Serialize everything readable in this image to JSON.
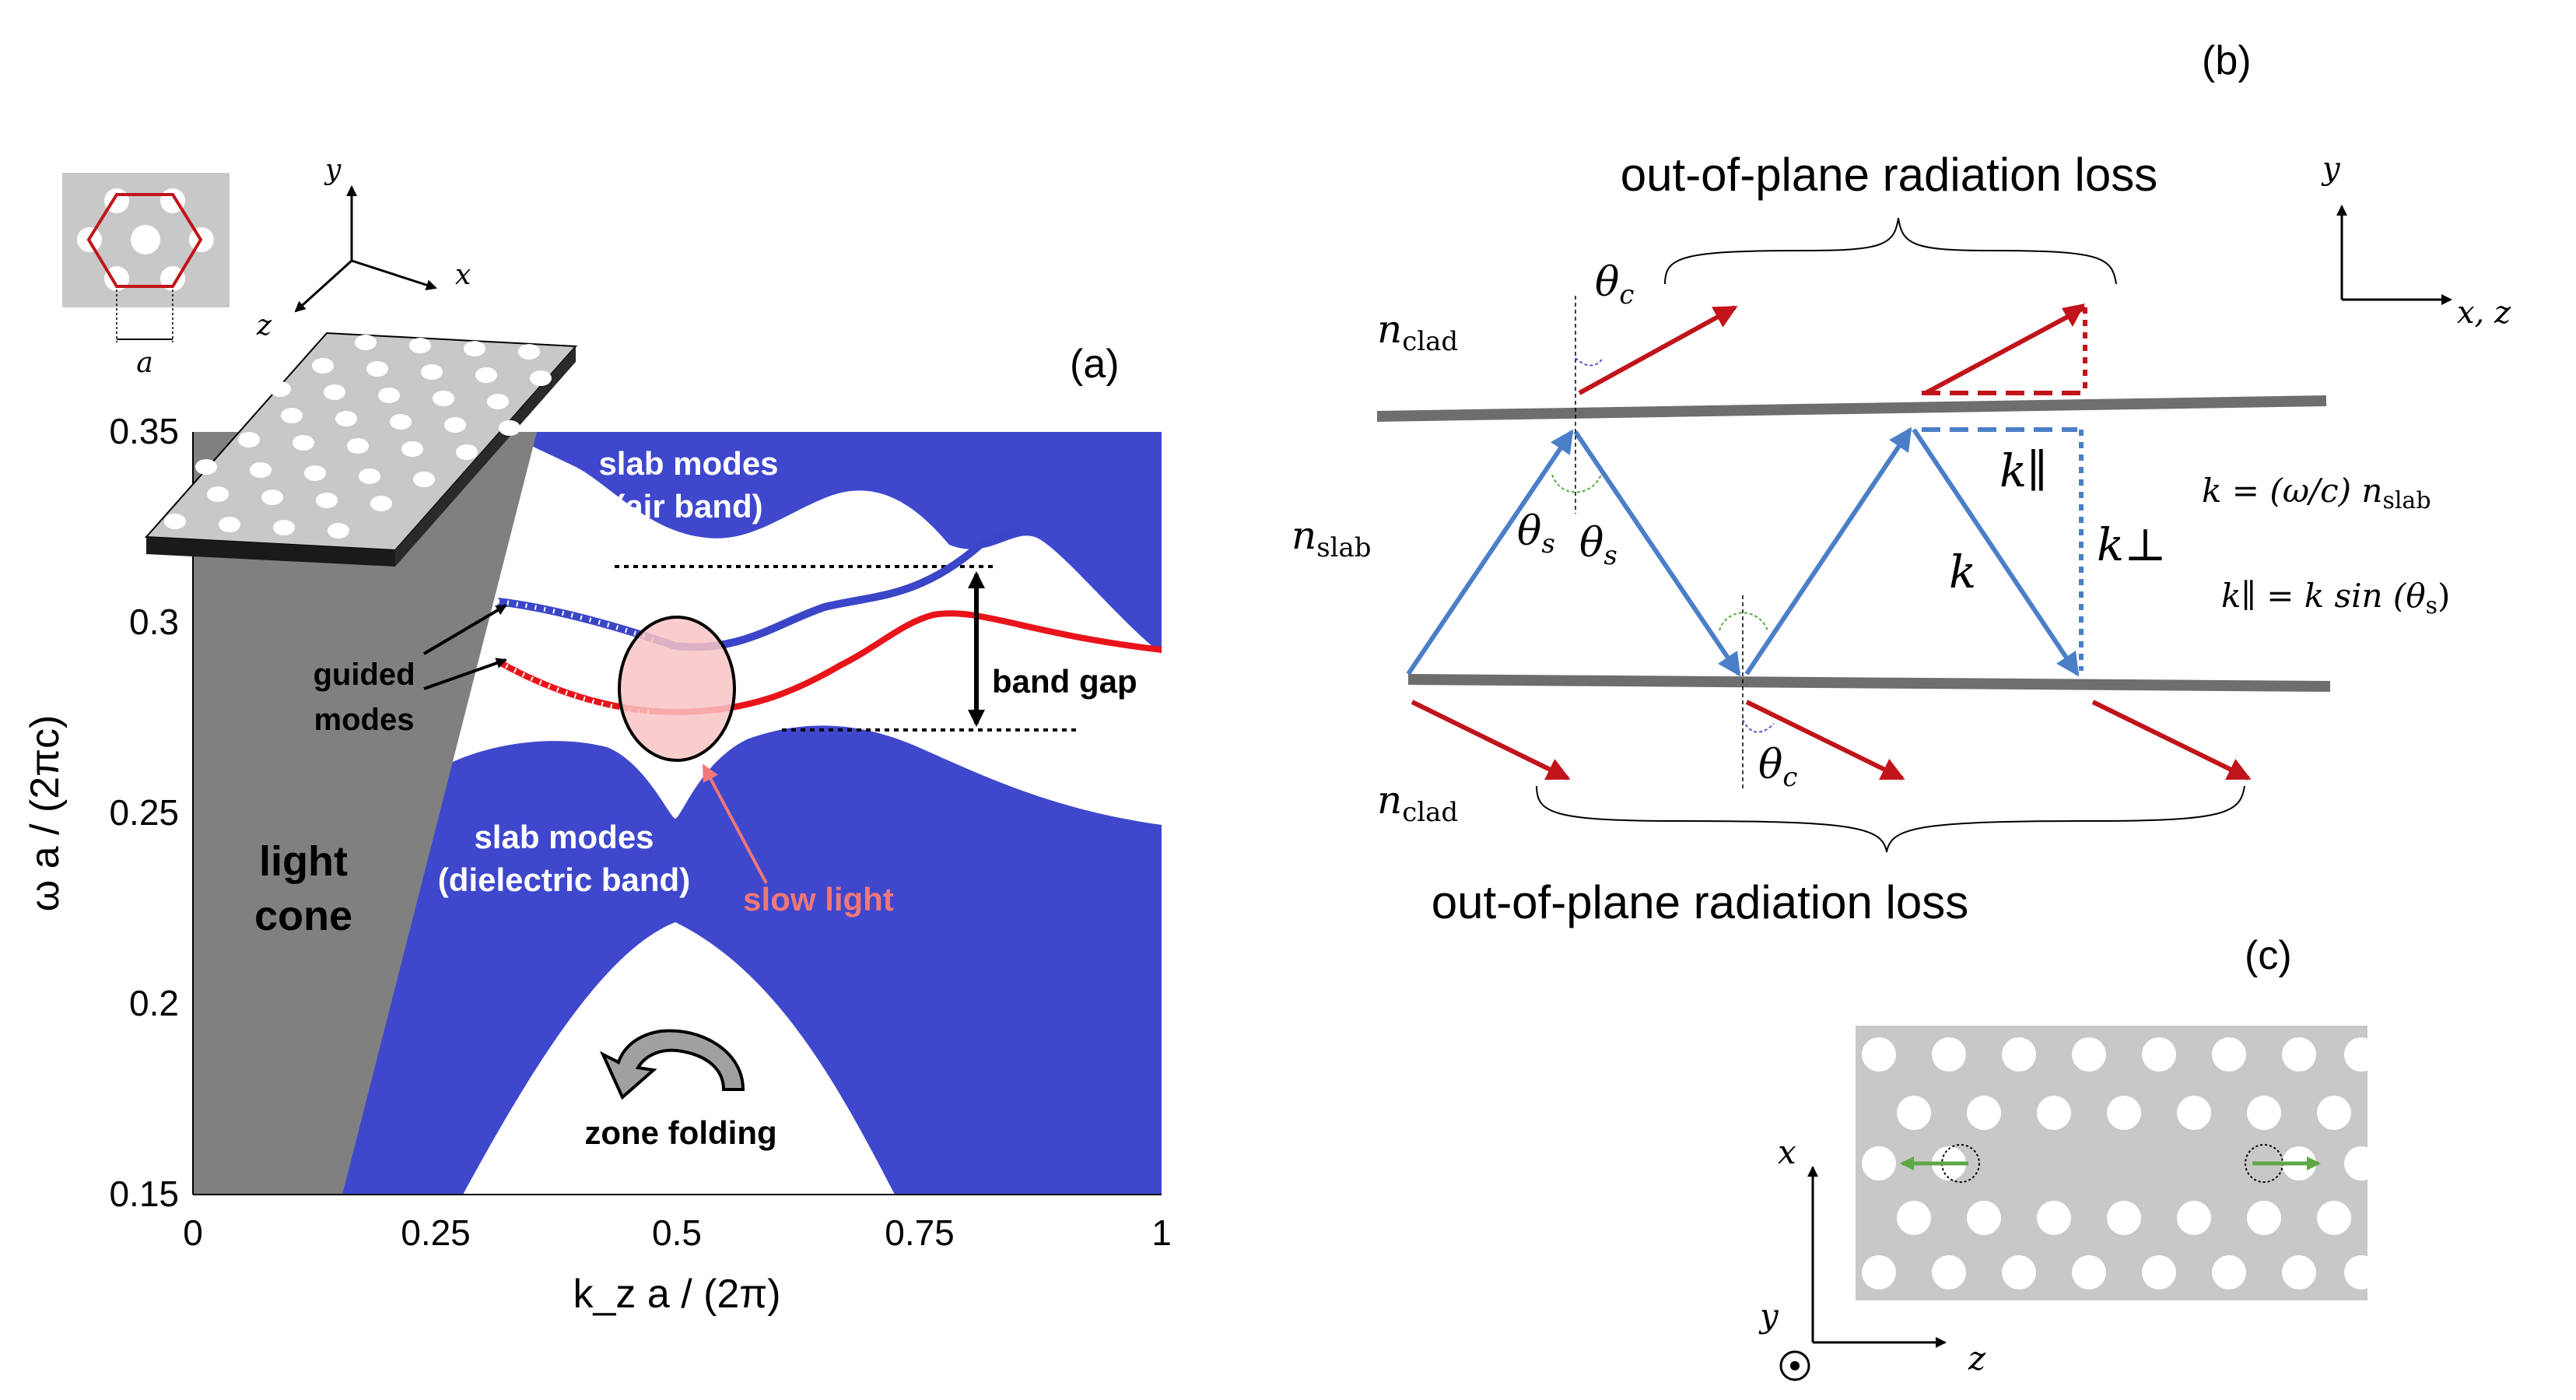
{
  "panels": {
    "a": "(a)",
    "b": "(b)",
    "c": "(c)"
  },
  "panel_a": {
    "axes": {
      "xlabel": "k_z a / (2π)",
      "ylabel": "ω a / (2πc)",
      "xticks": [
        "0",
        "0.25",
        "0.5",
        "0.75",
        "1"
      ],
      "yticks": [
        "0.15",
        "0.2",
        "0.25",
        "0.3",
        "0.35"
      ],
      "xlim": [
        0,
        1
      ],
      "ylim": [
        0.15,
        0.35
      ]
    },
    "labels": {
      "light_cone_1": "light",
      "light_cone_2": "cone",
      "slab_air_1": "slab modes",
      "slab_air_2": "(air band)",
      "slab_diel_1": "slab modes",
      "slab_diel_2": "(dielectric band)",
      "guided_1": "guided",
      "guided_2": "modes",
      "band_gap": "band gap",
      "slow_light": "slow light",
      "zone_folding": "zone folding"
    },
    "inset_axes": {
      "x": "x",
      "y": "y",
      "z": "z"
    },
    "lattice_constant": "a",
    "colors": {
      "band_fill": "#3f48cc",
      "light_cone": "#808080",
      "blue_mode": "#3a45c8",
      "red_mode": "#e8141a",
      "slow_light": "#f07878"
    }
  },
  "panel_b": {
    "title_top": "out-of-plane radiation loss",
    "title_bottom": "out-of-plane radiation loss",
    "n_clad_top": "clad",
    "n_slab": "slab",
    "n_clad_bottom": "clad",
    "n_symbol": "n",
    "theta": "θ",
    "sub_c": "c",
    "sub_s": "s",
    "k": "k",
    "k_par": "k∥",
    "k_perp": "k⊥",
    "eq1": "k = (ω/c) n",
    "eq1_sub": "slab",
    "eq2": "k∥ = k sin (θ",
    "eq2_sub": "s",
    "eq2_end": ")",
    "axis_y": "y",
    "axis_xz": "x, z",
    "colors": {
      "ray": "#4a7fc8",
      "radiation": "#c0141a",
      "slab_line": "#6e6e6e"
    }
  },
  "panel_c": {
    "axis_x": "x",
    "axis_y": "y",
    "axis_z": "z",
    "colors": {
      "slab": "#c8c8c8",
      "arrow": "#5ea845"
    }
  }
}
